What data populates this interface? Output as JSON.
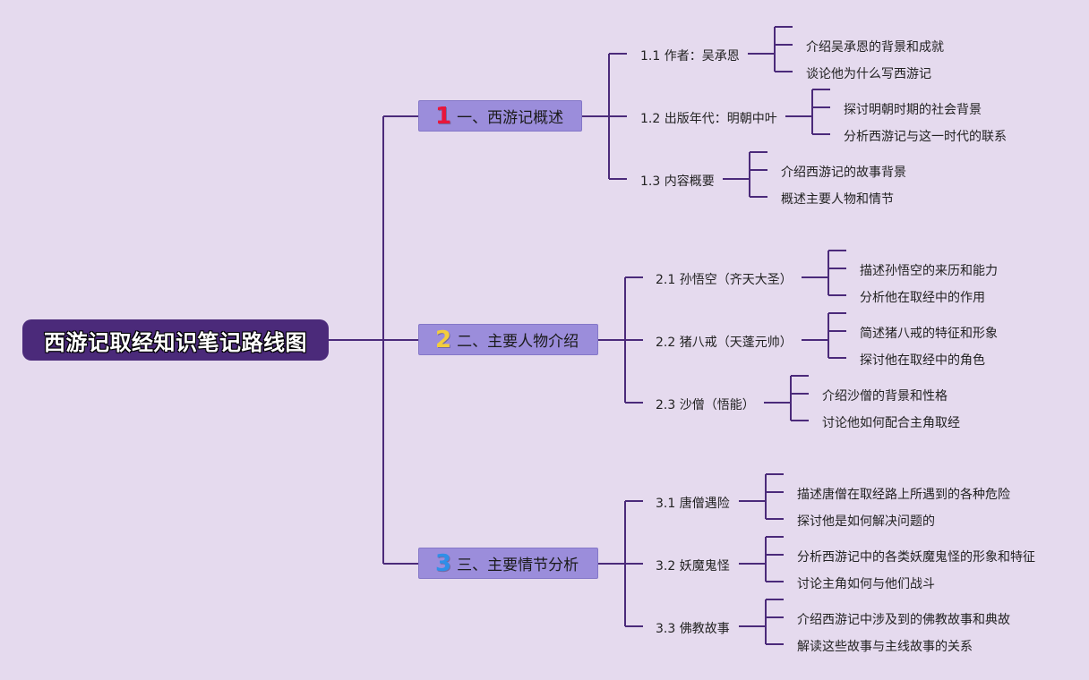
{
  "title": "西游记取经知识笔记路线图",
  "colors": {
    "line": "#4b2a7a",
    "root_bg": "#4b2a7a",
    "section_bg": "#9b8ddb",
    "num1": "#e8163b",
    "num2": "#f3cd3c",
    "num3": "#2f8fe8",
    "background": "#e5daee"
  },
  "sections": [
    {
      "num": "1",
      "label": "一、西游记概述",
      "subs": [
        {
          "label": "1.1 作者：吴承恩",
          "leaves": [
            "介绍吴承恩的背景和成就",
            "谈论他为什么写西游记"
          ]
        },
        {
          "label": "1.2 出版年代：明朝中叶",
          "leaves": [
            "探讨明朝时期的社会背景",
            "分析西游记与这一时代的联系"
          ]
        },
        {
          "label": "1.3 内容概要",
          "leaves": [
            "介绍西游记的故事背景",
            "概述主要人物和情节"
          ]
        }
      ]
    },
    {
      "num": "2",
      "label": "二、主要人物介绍",
      "subs": [
        {
          "label": "2.1 孙悟空（齐天大圣）",
          "leaves": [
            "描述孙悟空的来历和能力",
            "分析他在取经中的作用"
          ]
        },
        {
          "label": "2.2 猪八戒（天蓬元帅）",
          "leaves": [
            "简述猪八戒的特征和形象",
            "探讨他在取经中的角色"
          ]
        },
        {
          "label": "2.3 沙僧（悟能）",
          "leaves": [
            "介绍沙僧的背景和性格",
            "讨论他如何配合主角取经"
          ]
        }
      ]
    },
    {
      "num": "3",
      "label": "三、主要情节分析",
      "subs": [
        {
          "label": "3.1 唐僧遇险",
          "leaves": [
            "描述唐僧在取经路上所遇到的各种危险",
            "探讨他是如何解决问题的"
          ]
        },
        {
          "label": "3.2 妖魔鬼怪",
          "leaves": [
            "分析西游记中的各类妖魔鬼怪的形象和特征",
            "讨论主角如何与他们战斗"
          ]
        },
        {
          "label": "3.3 佛教故事",
          "leaves": [
            "介绍西游记中涉及到的佛教故事和典故",
            "解读这些故事与主线故事的关系"
          ]
        }
      ]
    }
  ]
}
